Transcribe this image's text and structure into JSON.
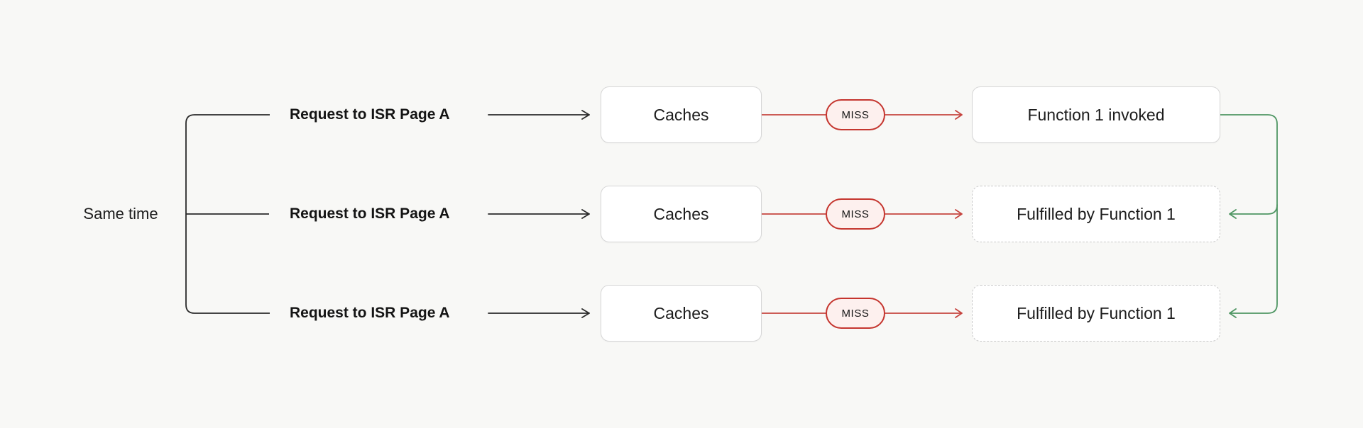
{
  "diagram": {
    "same_time_label": "Same time",
    "rows": [
      {
        "request": "Request to ISR Page A",
        "cache": "Caches",
        "badge": "MISS",
        "result": "Function 1 invoked",
        "result_border": "solid"
      },
      {
        "request": "Request to ISR Page A",
        "cache": "Caches",
        "badge": "MISS",
        "result": "Fulfilled by Function 1",
        "result_border": "dashed"
      },
      {
        "request": "Request to ISR Page A",
        "cache": "Caches",
        "badge": "MISS",
        "result": "Fulfilled by Function 1",
        "result_border": "dashed"
      }
    ],
    "colors": {
      "background": "#f8f8f6",
      "black_line": "#2b2b2b",
      "red_line": "#c64540",
      "red_badge_border": "#c5352e",
      "red_badge_fill": "#fdf0ee",
      "green_line": "#4f9663",
      "box_border": "#d6d6d6",
      "text": "#1c1c1c"
    }
  }
}
